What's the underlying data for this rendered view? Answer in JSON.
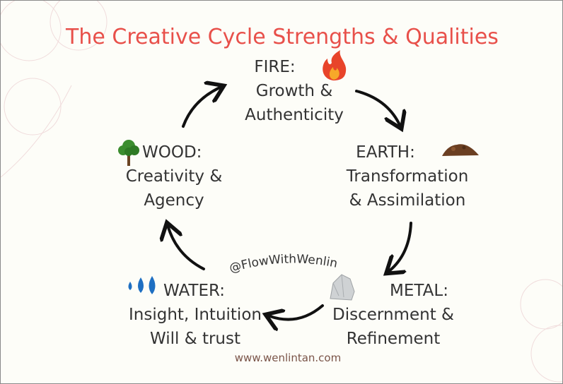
{
  "title": "The Creative Cycle Strengths & Qualities",
  "elements": {
    "fire": {
      "name": "FIRE:",
      "lines": [
        "Growth &",
        "Authenticity"
      ],
      "icon": "fire-icon"
    },
    "earth": {
      "name": "EARTH:",
      "lines": [
        "Transformation",
        "& Assimilation"
      ],
      "icon": "soil-mound-icon"
    },
    "metal": {
      "name": "METAL:",
      "lines": [
        "Discernment &",
        "Refinement"
      ],
      "icon": "rock-icon"
    },
    "water": {
      "name": "WATER:",
      "lines": [
        "Insight, Intuition",
        "Will & trust"
      ],
      "icon": "water-droplets-icon"
    },
    "wood": {
      "name": "WOOD:",
      "lines": [
        "Creativity &",
        "Agency"
      ],
      "icon": "tree-icon"
    }
  },
  "handle": "@FlowWithWenlin",
  "footer": "www.wenlintan.com",
  "colors": {
    "title": "#e8504a",
    "text": "#333333",
    "footer": "#7a5448",
    "background": "#fdfdf8"
  }
}
